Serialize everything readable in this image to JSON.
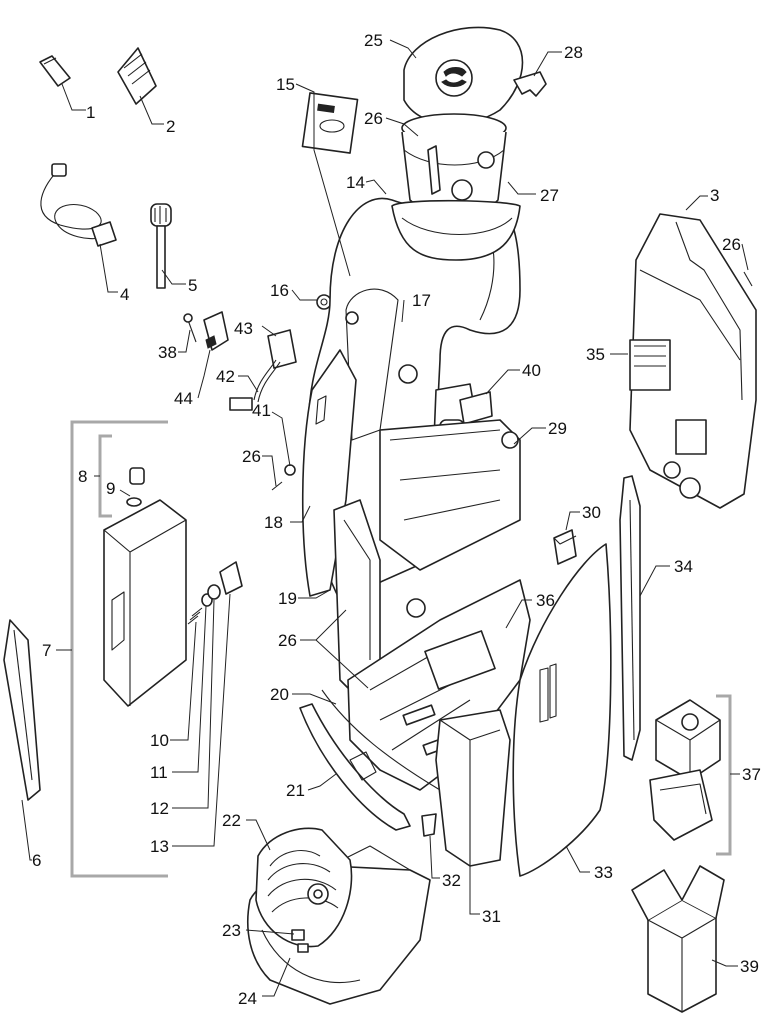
{
  "callouts": [
    "1",
    "2",
    "3",
    "4",
    "5",
    "6",
    "7",
    "8",
    "9",
    "10",
    "11",
    "12",
    "13",
    "14",
    "15",
    "16",
    "17",
    "18",
    "19",
    "20",
    "21",
    "22",
    "23",
    "24",
    "25",
    "26",
    "27",
    "28",
    "29",
    "30",
    "31",
    "32",
    "33",
    "34",
    "35",
    "36",
    "37",
    "38",
    "39",
    "40",
    "41",
    "42",
    "43",
    "44"
  ],
  "labels": {
    "n1": "1",
    "n2": "2",
    "n3": "3",
    "n4": "4",
    "n5": "5",
    "n6": "6",
    "n7": "7",
    "n8": "8",
    "n9": "9",
    "n10": "10",
    "n11": "11",
    "n12": "12",
    "n13": "13",
    "n14": "14",
    "n15": "15",
    "n16": "16",
    "n17": "17",
    "n18": "18",
    "n19": "19",
    "n20": "20",
    "n21": "21",
    "n22": "22",
    "n23": "23",
    "n24": "24",
    "n25": "25",
    "n26": "26",
    "n27": "27",
    "n28": "28",
    "n29": "29",
    "n30": "30",
    "n31": "31",
    "n32": "32",
    "n33": "33",
    "n34": "34",
    "n35": "35",
    "n36": "36",
    "n37": "37",
    "n38": "38",
    "n39": "39",
    "n40": "40",
    "n41": "41",
    "n42": "42",
    "n43": "43",
    "n44": "44"
  },
  "colors": {
    "ink": "#222222",
    "bracket": "#a8a8a8",
    "paper": "#ffffff"
  }
}
